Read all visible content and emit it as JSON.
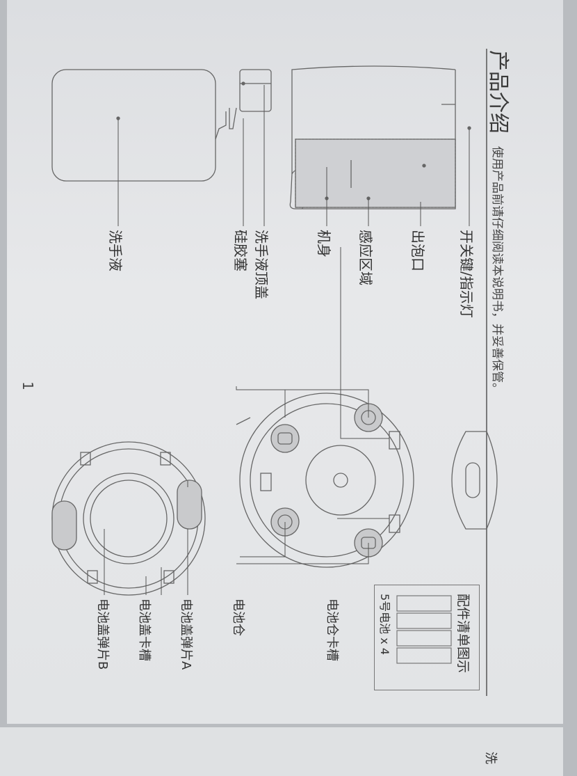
{
  "header": {
    "title": "产品介绍",
    "subtitle": "使用产品前请仔细阅读本说明书，并妥善保管。"
  },
  "parts": {
    "switch": "开关键/指示灯",
    "outlet": "出泡口",
    "sensor": "感应区域",
    "body": "机身",
    "top_cap": "洗手液顶盖",
    "plug": "硅胶塞",
    "soap": "洗手液"
  },
  "battery_parts": {
    "slot": "电池仓卡槽",
    "compartment": "电池仓",
    "spring_a": "电池盖弹片A",
    "cover_slot": "电池盖卡槽",
    "spring_b": "电池盖弹片B"
  },
  "accessories": {
    "title": "配件清单图示",
    "item": "5号电池 x 4"
  },
  "page_number": "1",
  "next_page": {
    "fragment": "洗"
  }
}
